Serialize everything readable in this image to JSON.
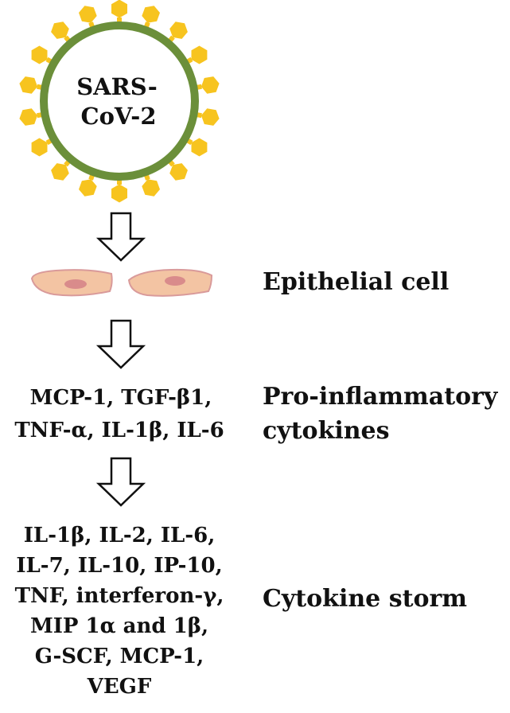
{
  "virus": {
    "label_line1": "SARS-",
    "label_line2": "CoV-2",
    "colors": {
      "envelope": "#6b8f3a",
      "spike": "#f7c41f",
      "fill": "#ffffff"
    }
  },
  "stages": {
    "epithelial": {
      "label": "Epithelial cell",
      "colors": {
        "cell_fill": "#f3c4a3",
        "cell_stroke": "#d99a9a",
        "nucleus": "#d98b8b"
      }
    },
    "proinflammatory": {
      "list_line1": "MCP-1, TGF-β1,",
      "list_line2": "TNF-α, IL-1β, IL-6",
      "label_line1": "Pro-inflammatory",
      "label_line2": "cytokines"
    },
    "storm": {
      "list_lines": [
        "IL-1β, IL-2, IL-6,",
        "IL-7, IL-10, IP-10,",
        "TNF, interferon-γ,",
        "MIP 1α and 1β,",
        "G-SCF, MCP-1,",
        "VEGF"
      ],
      "label": "Cytokine storm"
    }
  },
  "arrow_icon": "hollow-down-arrow-icon"
}
